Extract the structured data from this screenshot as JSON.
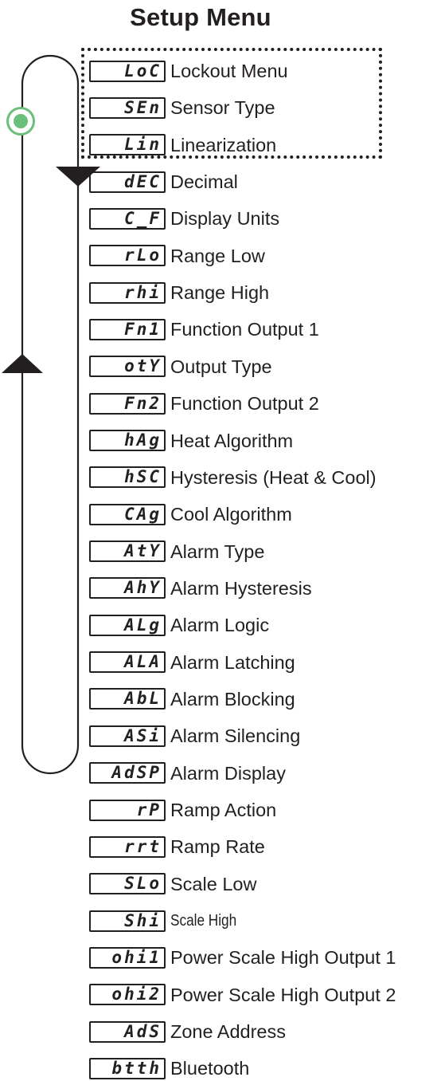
{
  "title": "Setup Menu",
  "colors": {
    "ink": "#231f20",
    "loop_icon": "#6abf7a"
  },
  "icons": {
    "loop_marker": "circular-loop-icon",
    "down_arrow": "down-triangle-arrow-icon",
    "up_arrow": "up-triangle-arrow-icon"
  },
  "items": [
    {
      "code": "LoC",
      "label": "Lockout Menu"
    },
    {
      "code": "SEn",
      "label": "Sensor Type"
    },
    {
      "code": "Lin",
      "label": "Linearization"
    },
    {
      "code": "dEC",
      "label": "Decimal"
    },
    {
      "code": "C_F",
      "label": "Display Units"
    },
    {
      "code": "rLo",
      "label": "Range Low"
    },
    {
      "code": "rhi",
      "label": "Range High"
    },
    {
      "code": "Fn1",
      "label": "Function Output 1"
    },
    {
      "code": "otY",
      "label": "Output Type"
    },
    {
      "code": "Fn2",
      "label": "Function Output 2"
    },
    {
      "code": "hAg",
      "label": "Heat Algorithm"
    },
    {
      "code": "hSC",
      "label": "Hysteresis (Heat & Cool)"
    },
    {
      "code": "CAg",
      "label": "Cool Algorithm"
    },
    {
      "code": "AtY",
      "label": "Alarm Type"
    },
    {
      "code": "AhY",
      "label": "Alarm Hysteresis"
    },
    {
      "code": "ALg",
      "label": "Alarm Logic"
    },
    {
      "code": "ALA",
      "label": "Alarm Latching"
    },
    {
      "code": "AbL",
      "label": "Alarm Blocking"
    },
    {
      "code": "ASi",
      "label": "Alarm Silencing"
    },
    {
      "code": "AdSP",
      "label": "Alarm Display"
    },
    {
      "code": "rP",
      "label": "Ramp Action"
    },
    {
      "code": "rrt",
      "label": "Ramp Rate"
    },
    {
      "code": "SLo",
      "label": "Scale Low"
    },
    {
      "code": "Shi",
      "label": "Scale High"
    },
    {
      "code": "ohi1",
      "label": "Power Scale High Output 1"
    },
    {
      "code": "ohi2",
      "label": "Power Scale High Output 2"
    },
    {
      "code": "AdS",
      "label": "Zone Address"
    },
    {
      "code": "btth",
      "label": "Bluetooth"
    }
  ]
}
